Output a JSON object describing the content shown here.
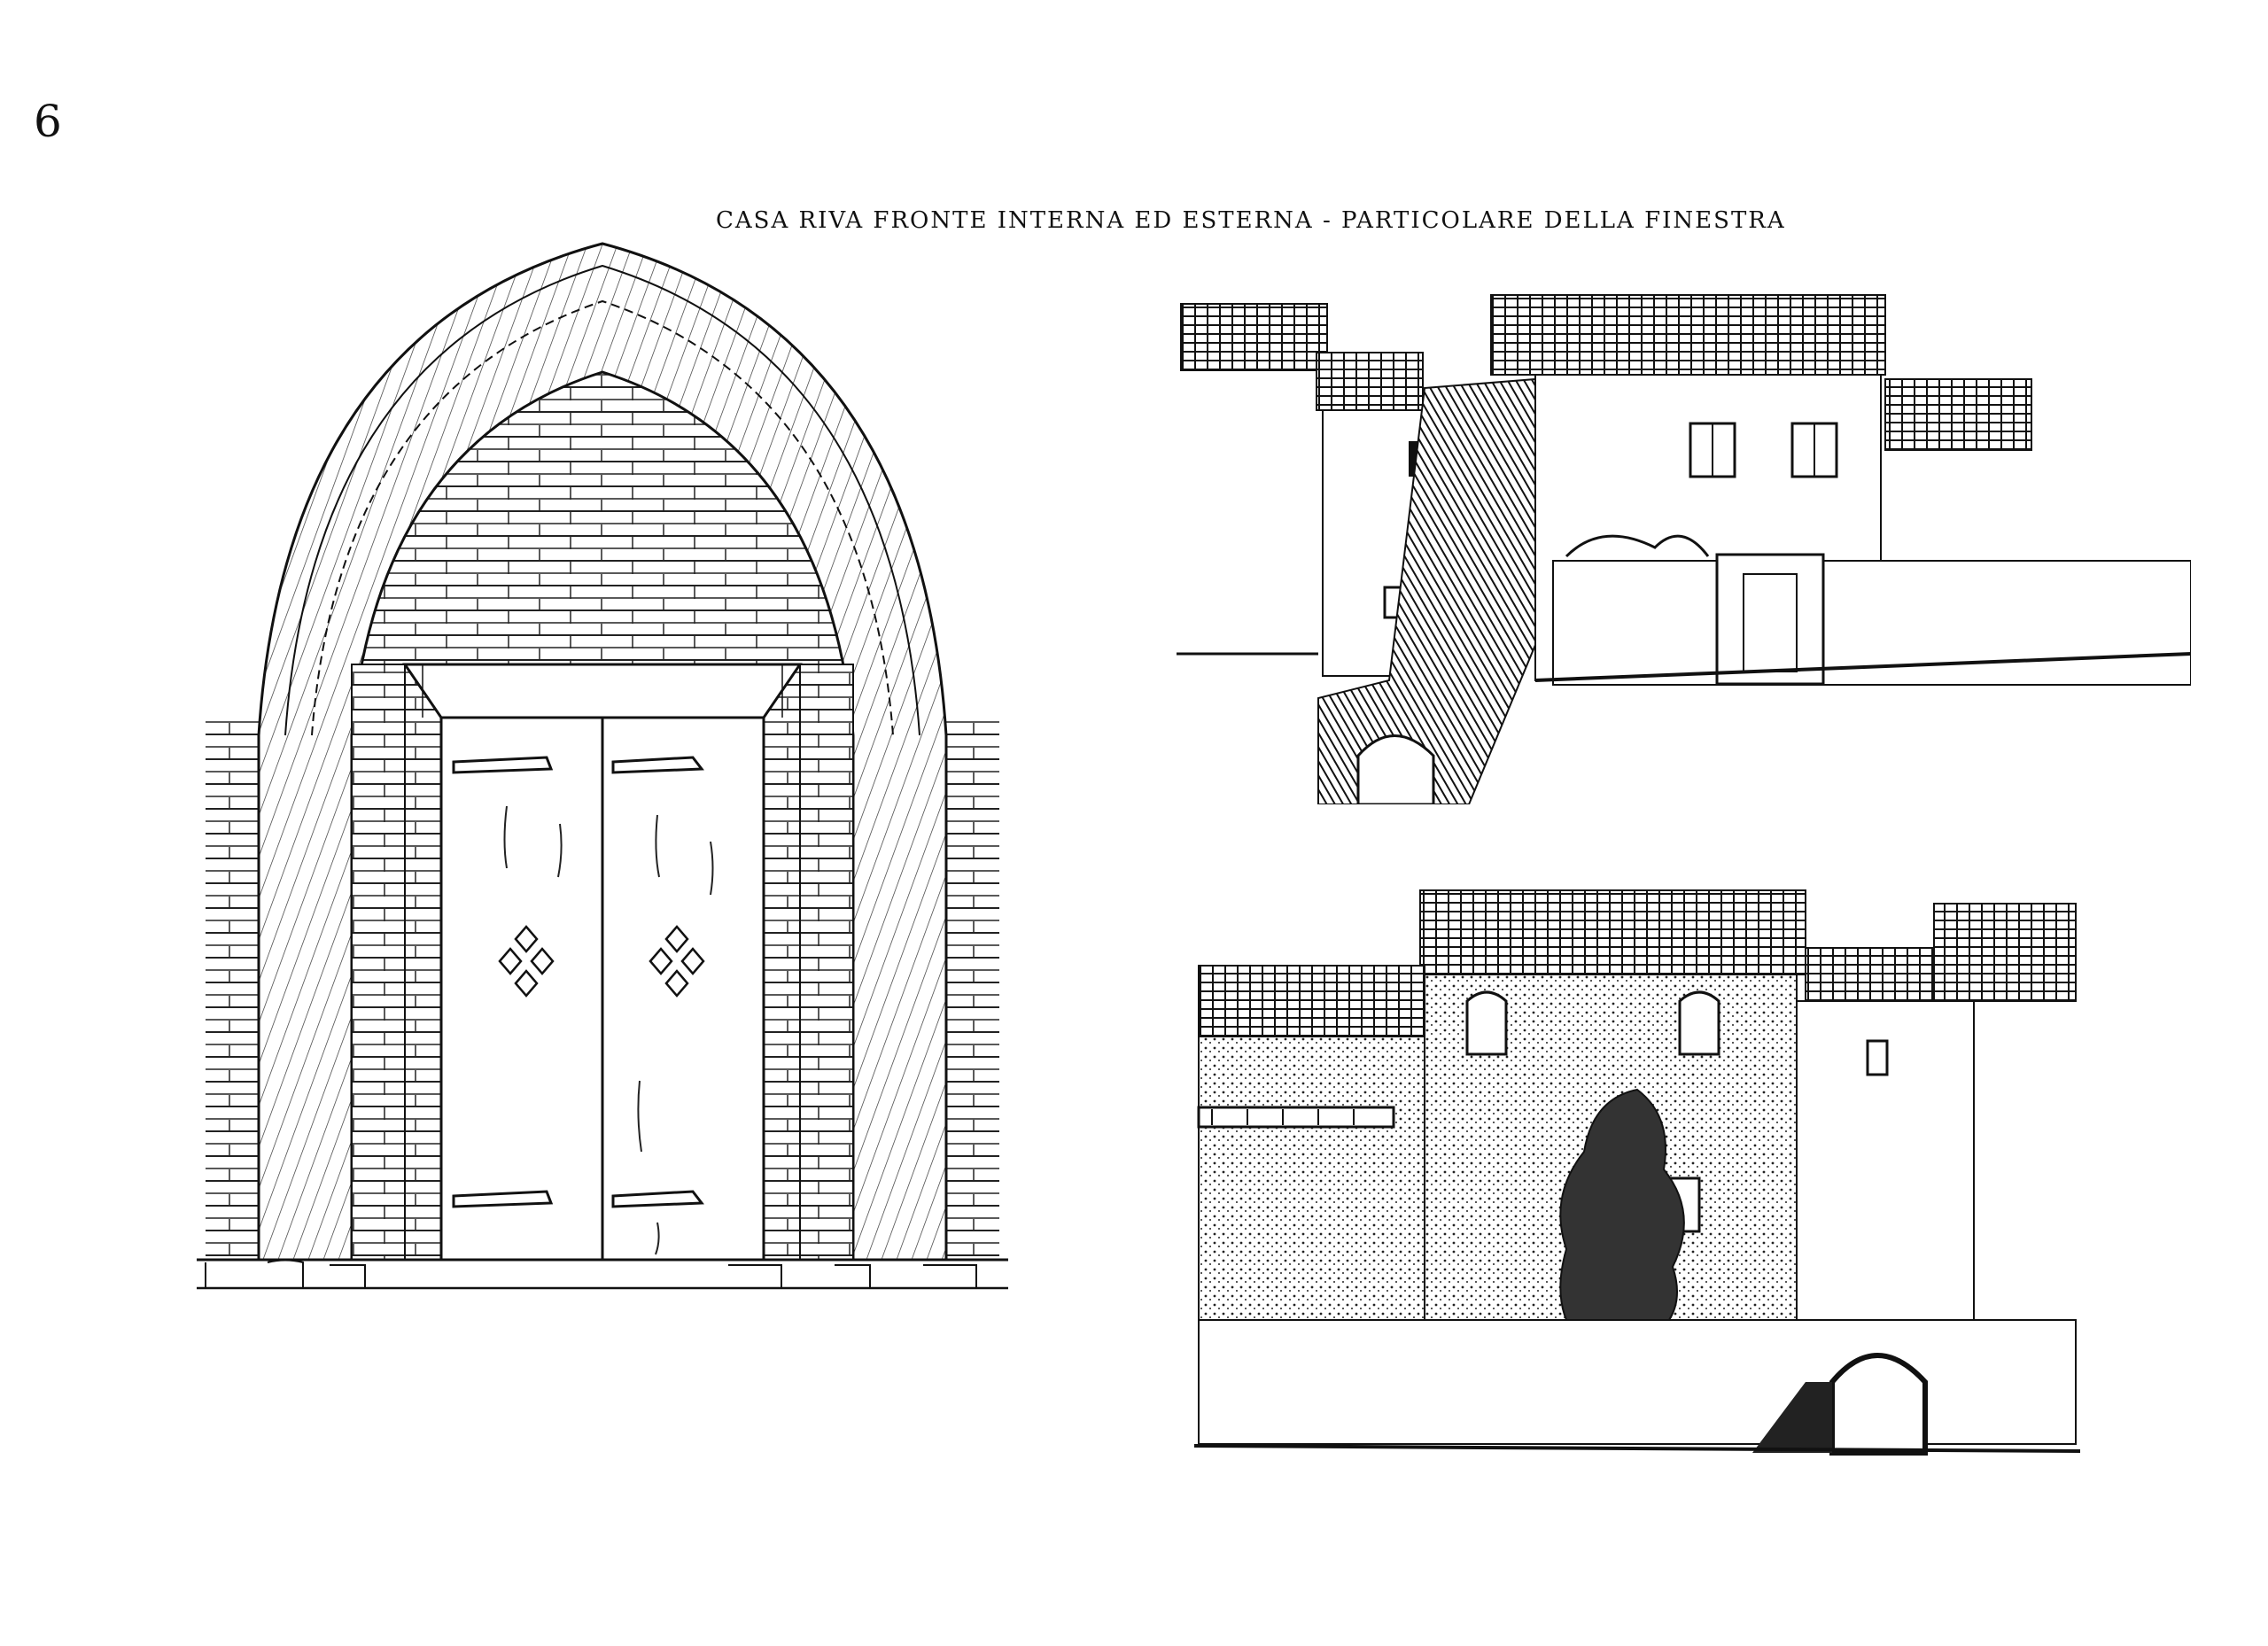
{
  "page": {
    "number": "6",
    "title": "CASA RIVA FRONTE INTERNA ED ESTERNA - PARTICOLARE DELLA FINESTRA"
  },
  "colors": {
    "ink": "#111111",
    "paper": "#ffffff",
    "shade": "#333333"
  },
  "figures": [
    {
      "name": "arched-portal-drawing",
      "icon": "gothic-arch-door-icon"
    },
    {
      "name": "inner-front-section",
      "icon": "house-section-icon"
    },
    {
      "name": "outer-front-elevation",
      "icon": "house-elevation-icon"
    }
  ]
}
